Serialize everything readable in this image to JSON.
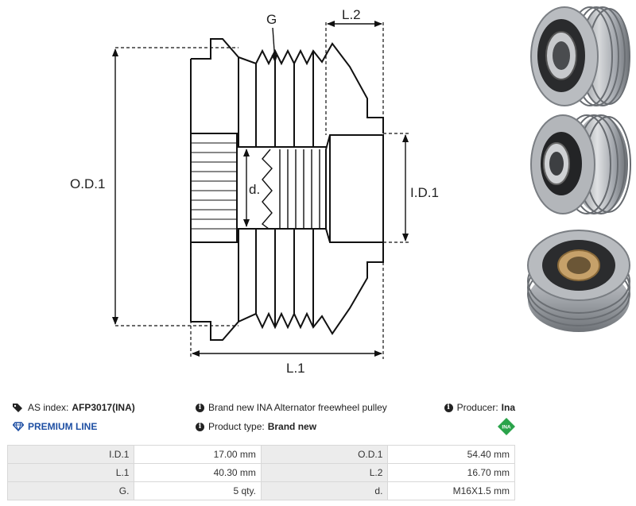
{
  "diagram": {
    "labels": {
      "od1": "O.D.1",
      "id1": "I.D.1",
      "d": "d.",
      "g": "G",
      "l1": "L.1",
      "l2": "L.2"
    }
  },
  "info": {
    "as_index_label": "AS index:",
    "as_index_value": "AFP3017(INA)",
    "premium_label": "PREMIUM LINE",
    "description": "Brand new INA Alternator freewheel pulley",
    "product_type_label": "Product type:",
    "product_type_value": "Brand new",
    "producer_label": "Producer:",
    "producer_value": "Ina",
    "brand_logo_text": "INA"
  },
  "colors": {
    "premium": "#1e4fa3",
    "ina_green": "#2aa34a"
  },
  "specs": [
    {
      "label1": "I.D.1",
      "value1": "17.00 mm",
      "label2": "O.D.1",
      "value2": "54.40 mm"
    },
    {
      "label1": "L.1",
      "value1": "40.30 mm",
      "label2": "L.2",
      "value2": "16.70 mm"
    },
    {
      "label1": "G.",
      "value1": "5 qty.",
      "label2": "d.",
      "value2": "M16X1.5 mm"
    }
  ]
}
